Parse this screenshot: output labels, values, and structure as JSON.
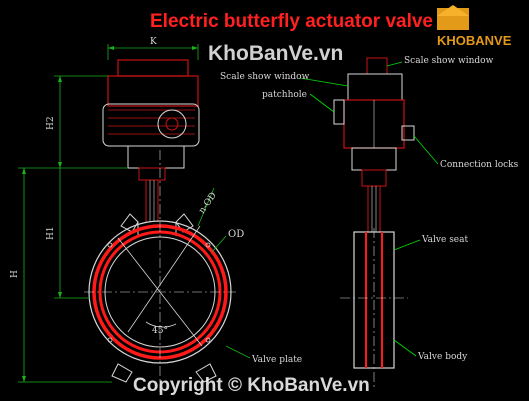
{
  "title": "Electric butterfly actuator valve",
  "watermark": {
    "brand_logo": "KHOBANVE",
    "center": "KhoBanVe.vn",
    "footer": "Copyright © KhoBanVe.vn"
  },
  "dimensions": {
    "k": "K",
    "h2": "H2",
    "h1": "H1",
    "h": "H",
    "n_od": "n-OD",
    "od": "OD",
    "angle": "45°"
  },
  "labels": {
    "scale_window_left": "Scale show window",
    "patchhole": "patchhole",
    "scale_window_right": "Scale show window",
    "connection_locks": "Connection locks",
    "valve_seat": "Valve seat",
    "valve_plate": "Valve plate",
    "valve_body": "Valve body"
  },
  "colors": {
    "background": "#000000",
    "outline": "#d8d8d8",
    "valve_red": "#ff1a1a",
    "leader_green": "#00e000",
    "dimension_green": "#19b319",
    "actuator_red": "#c81414",
    "title": "#ff2020"
  }
}
